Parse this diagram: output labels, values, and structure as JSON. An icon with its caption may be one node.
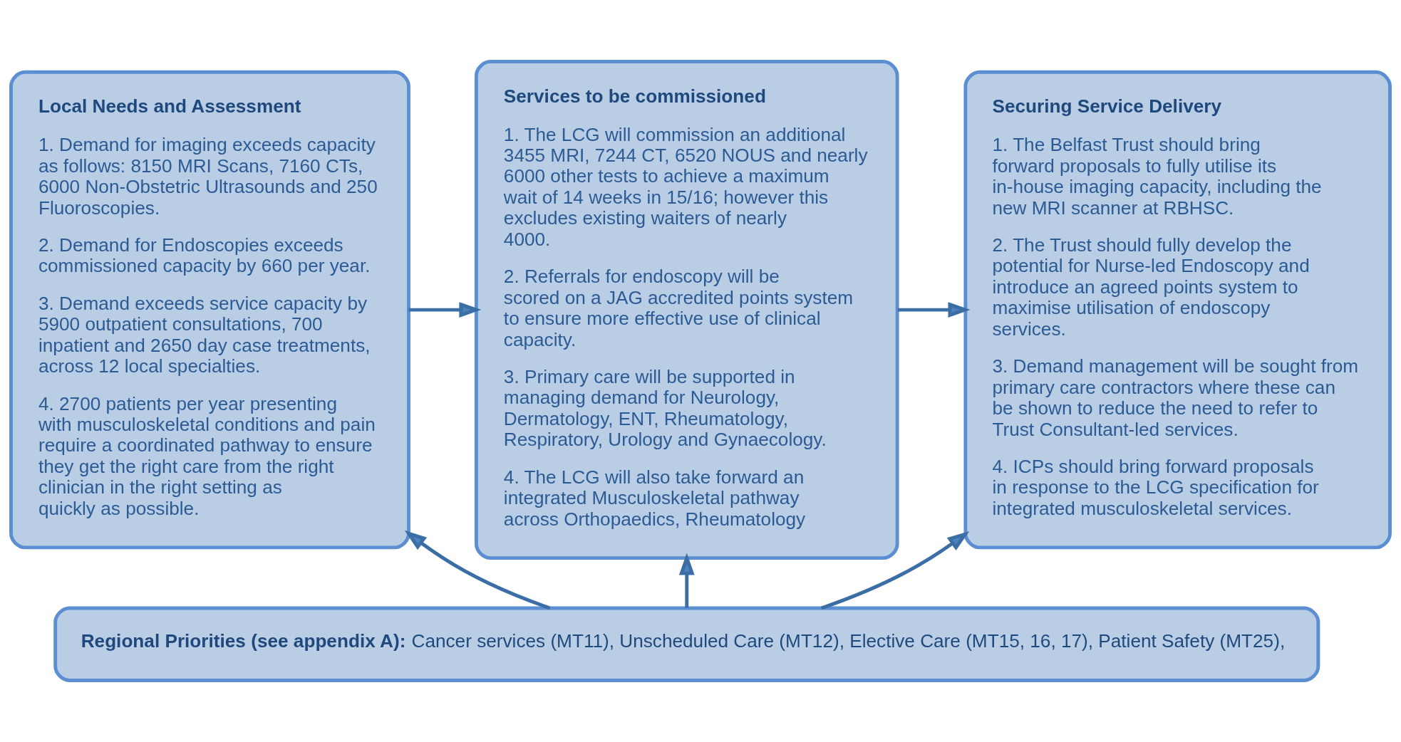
{
  "diagram": {
    "nodes": [
      {
        "text": [
          "Local Needs and Assessment",
          "1. Demand for imaging exceeds capacity as follows: 8150 MRI Scans, 7160 CTs, 6000 Non-Obstetric Ultrasounds and 250 Fluoroscopies.",
          "2. Demand for Endoscopies exceeds commissioned capacity by 660 per year.",
          "3. Demand exceeds service capacity by 5900 outpatient consultations, 700 inpatient and 2650 day case treatments, across 12 local specialties.",
          "4. 2700 patients per year presenting with musculoskeletal conditions and pain require a coordinated pathway to ensure they get the right care from the right clinician in the right setting as quickly as possible."
        ]
      },
      {
        "text": [
          "Services to be commissioned",
          "1. The LCG will commission an additional 3455 MRI, 7244 CT, 6520 NOUS and nearly 6000 other tests to achieve a maximum wait of 14 weeks in 15/16; however this excludes existing waiters of nearly 4000.",
          "2. Referrals for endoscopy will be scored on a JAG accredited points system to ensure more effective use of clinical capacity.",
          "3. Primary care will be supported in managing demand for Neurology, Dermatology, ENT, Rheumatology, Respiratory, Urology and Gynaecology.",
          "4. The LCG will also take forward an integrated Musculoskeletal pathway across Orthopaedics, Rheumatology"
        ]
      },
      {
        "text": [
          "Securing Service Delivery",
          "1. The Belfast Trust should bring forward proposals to fully utilise its in-house imaging capacity, including the new MRI scanner at RBHSC.",
          "2. The Trust should fully develop the potential for Nurse-led Endoscopy and introduce an agreed points system to maximise utilisation of endoscopy services.",
          "3. Demand management will be sought from primary care contractors where these can be shown to reduce the need to refer to Trust Consultant-led services.",
          "4. ICPs should bring forward proposals in response to the LCG specification for integrated musculoskeletal services."
        ]
      },
      {
        "text": [
          "Regional Priorities (see appendix A):",
          "Cancer services (MT11), Unscheduled Care (MT12), Elective Care (MT15, 16, 17), Patient Safety (MT25),"
        ]
      }
    ],
    "edges": [
      {
        "from": 0,
        "to": 1,
        "arrow": "to"
      },
      {
        "from": 1,
        "to": 2,
        "arrow": "to"
      },
      {
        "from": 3,
        "to": 0,
        "arrow": "to"
      },
      {
        "from": 3,
        "to": 1,
        "arrow": "to"
      },
      {
        "from": 3,
        "to": 2,
        "arrow": "to"
      }
    ]
  }
}
